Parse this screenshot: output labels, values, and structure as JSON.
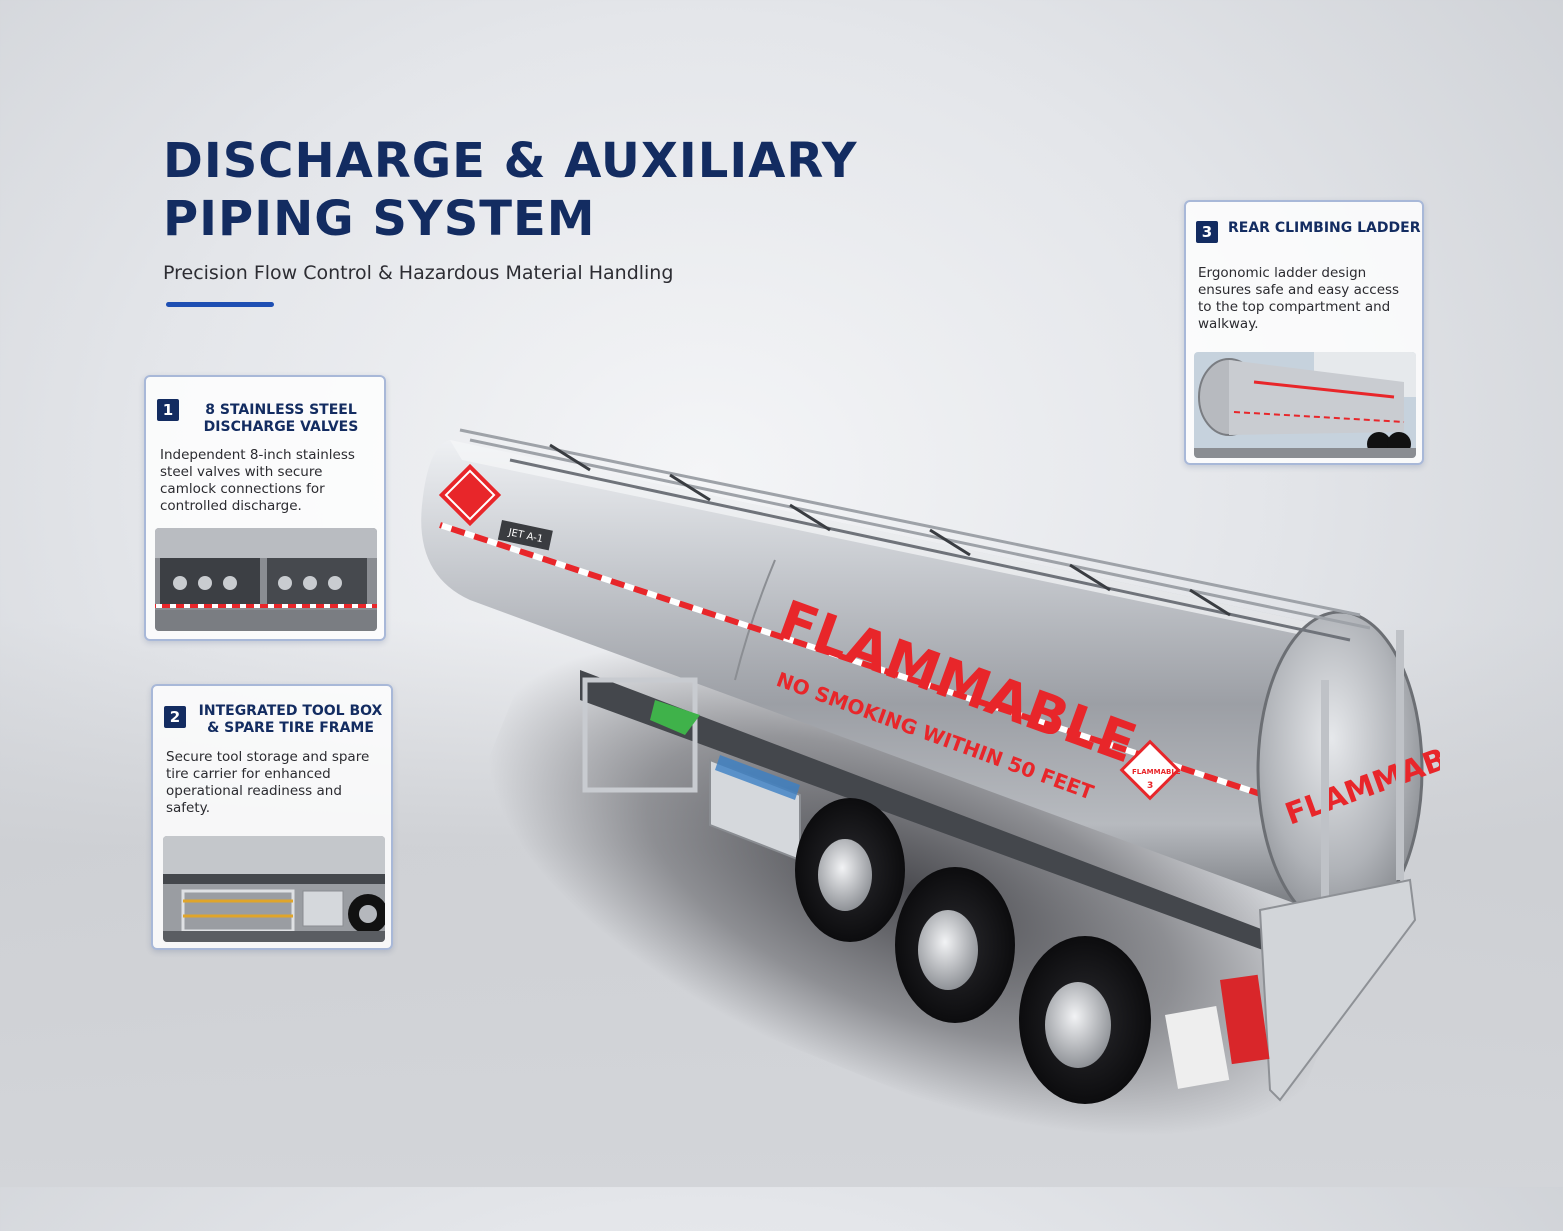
{
  "header": {
    "title_line1": "DISCHARGE & AUXILIARY",
    "title_line2": "PIPING SYSTEM",
    "subtitle": "Precision Flow Control & Hazardous Material Handling"
  },
  "cards": [
    {
      "number": "1",
      "title_line1": "8 STAINLESS STEEL",
      "title_line2": "DISCHARGE VALVES",
      "text": [
        "Independent 8-inch stainless",
        "steel valves with secure",
        "camlock connections for",
        "controlled discharge."
      ]
    },
    {
      "number": "2",
      "title_line1": "INTEGRATED TOOL BOX",
      "title_line2": "& SPARE TIRE FRAME",
      "text": [
        "Secure tool storage and spare",
        "tire carrier for enhanced",
        "operational readiness and",
        "safety."
      ]
    },
    {
      "number": "3",
      "title_line1": "REAR CLIMBING LADDER",
      "text": [
        "Ergonomic ladder design",
        "ensures safe and easy access",
        "to the top compartment and",
        "walkway."
      ]
    }
  ],
  "truck": {
    "label_main": "FLAMMABLE",
    "label_sub": "NO SMOKING WITHIN 50 FEET",
    "label_rear": "FLAMMABLE",
    "fuel_tag": "JET A-1",
    "hazard_word": "FLAMMABLE",
    "hazard_number": "3"
  },
  "colors": {
    "title": "#132c61",
    "accent": "#1e4fb3",
    "hazard_red": "#e8262a"
  }
}
